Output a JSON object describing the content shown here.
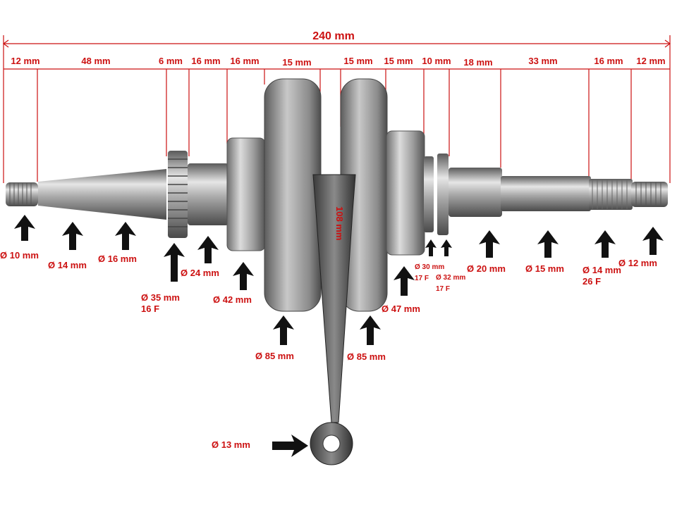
{
  "overall_length": "240 mm",
  "segment_lengths": [
    "12 mm",
    "48 mm",
    "6 mm",
    "16 mm",
    "16 mm",
    "15 mm",
    "15 mm",
    "15 mm",
    "10 mm",
    "18 mm",
    "33 mm",
    "16 mm",
    "12 mm"
  ],
  "rod_length": "108 mm",
  "diameters": {
    "d10": "Ø 10 mm",
    "d14_left": "Ø 14 mm",
    "d16": "Ø 16 mm",
    "d24": "Ø 24 mm",
    "d35": "Ø 35 mm",
    "d35_teeth": "16 F",
    "d42": "Ø 42 mm",
    "d85_left": "Ø 85 mm",
    "d85_right": "Ø 85 mm",
    "d47": "Ø 47 mm",
    "d30": "Ø 30 mm",
    "d30_teeth": "17 F",
    "d32": "Ø 32 mm",
    "d32_teeth": "17 F",
    "d20": "Ø 20 mm",
    "d15": "Ø 15 mm",
    "d14_right": "Ø 14 mm",
    "d14_right_teeth": "26 F",
    "d12": "Ø 12 mm",
    "d13": "Ø 13 mm"
  },
  "colors": {
    "annotation": "#cc1111",
    "metal": "#9a9a9a",
    "arrow": "#111111"
  }
}
